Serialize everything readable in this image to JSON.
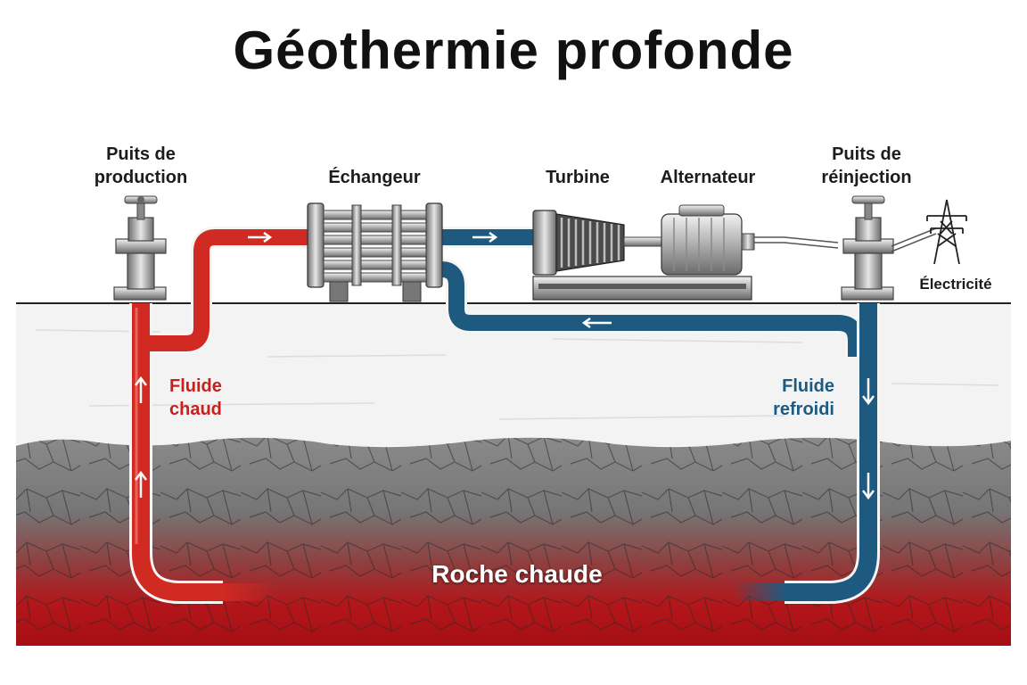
{
  "title": "Géothermie profonde",
  "labels": {
    "production_well": [
      "Puits de",
      "production"
    ],
    "exchanger": "Échangeur",
    "turbine": "Turbine",
    "alternator": "Alternateur",
    "reinjection_well": [
      "Puits de",
      "réinjection"
    ],
    "electricity": "Électricité",
    "hot_fluid": [
      "Fluide",
      "chaud"
    ],
    "cooled_fluid": [
      "Fluide",
      "refroidi"
    ],
    "hot_rock": "Roche chaude"
  },
  "colors": {
    "hot": "#c8201e",
    "cold": "#1e5a80",
    "rock_gray": "#7d7d7d",
    "rock_red": "#b3161a"
  }
}
